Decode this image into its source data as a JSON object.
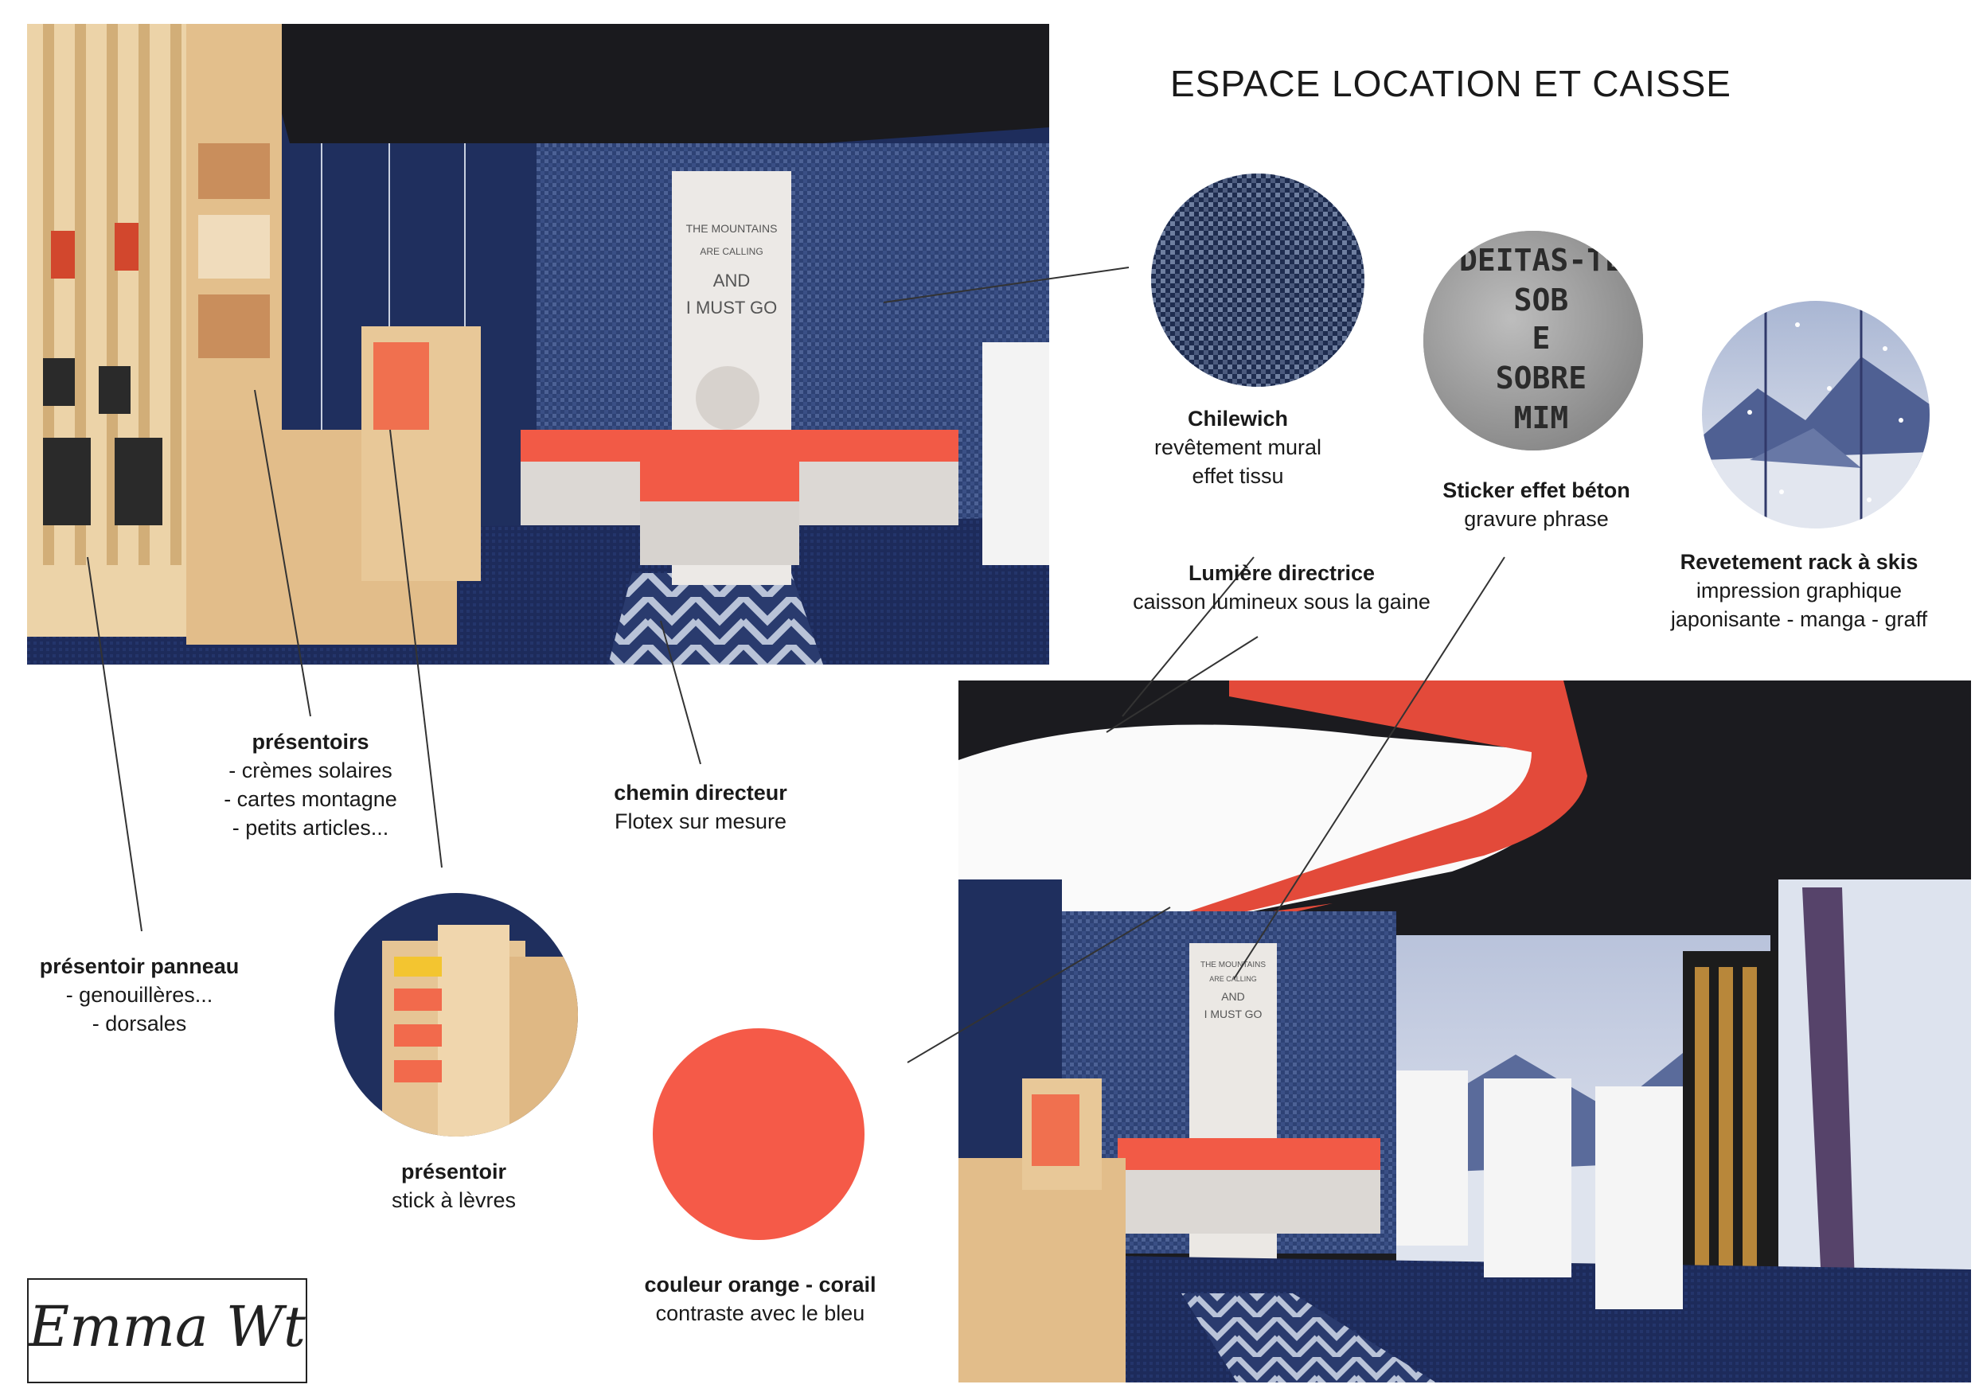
{
  "title": "ESPACE LOCATION ET CAISSE",
  "render_top": {
    "pillar_lines": [
      "THE MOUNTAINS",
      "ARE CALLING",
      "AND",
      "I MUST GO"
    ]
  },
  "render_bottom": {
    "pillar_lines": [
      "THE MOUNTAINS",
      "ARE CALLING",
      "AND",
      "I MUST GO"
    ]
  },
  "sticker_text": [
    "DEITAS-TE",
    "SOB",
    "E",
    "SOBRE",
    "MIM"
  ],
  "labels": {
    "chilewich": {
      "title": "Chilewich",
      "lines": [
        "revêtement mural",
        "effet tissu"
      ]
    },
    "sticker": {
      "title": "Sticker effet béton",
      "lines": [
        "gravure phrase"
      ]
    },
    "rack": {
      "title": "Revetement rack à skis",
      "lines": [
        "impression graphique",
        "japonisante - manga - graff"
      ]
    },
    "lumiere": {
      "title": "Lumière directrice",
      "lines": [
        "caisson lumineux sous la gaine"
      ]
    },
    "presentoirs": {
      "title": "présentoirs",
      "lines": [
        "- crèmes solaires",
        "- cartes montagne",
        "- petits articles..."
      ]
    },
    "chemin": {
      "title": "chemin directeur",
      "lines": [
        "Flotex sur mesure"
      ]
    },
    "panneau": {
      "title": "présentoir panneau",
      "lines": [
        "- genouillères...",
        "- dorsales"
      ]
    },
    "stick": {
      "title": "présentoir",
      "lines": [
        "stick à lèvres"
      ]
    },
    "couleur": {
      "title": "couleur orange - corail",
      "lines": [
        "contraste avec le bleu"
      ]
    }
  },
  "signature": "Emma Wt",
  "colors": {
    "navy": "#1f2f5a",
    "carpet": "#1c2a58",
    "coral": "#f55a48",
    "wood": "#e3bf8c",
    "ceiling": "#1c1c1f"
  }
}
